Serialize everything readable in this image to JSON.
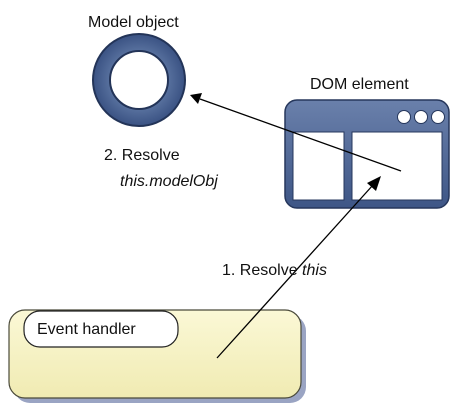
{
  "model_object": {
    "label": "Model object"
  },
  "dom_element": {
    "label": "DOM element"
  },
  "event_handler": {
    "label": "Event handler"
  },
  "step1": {
    "prefix": "1. Resolve ",
    "keyword": "this"
  },
  "step2": {
    "line1": "2. Resolve",
    "line2": "this.modelObj"
  },
  "colors": {
    "ring": "#4a6390",
    "window_frame": "#4a6390",
    "handler_fill": "#f5f1bf",
    "handler_shadow": "#9aa4c3",
    "arrow": "#000000"
  }
}
